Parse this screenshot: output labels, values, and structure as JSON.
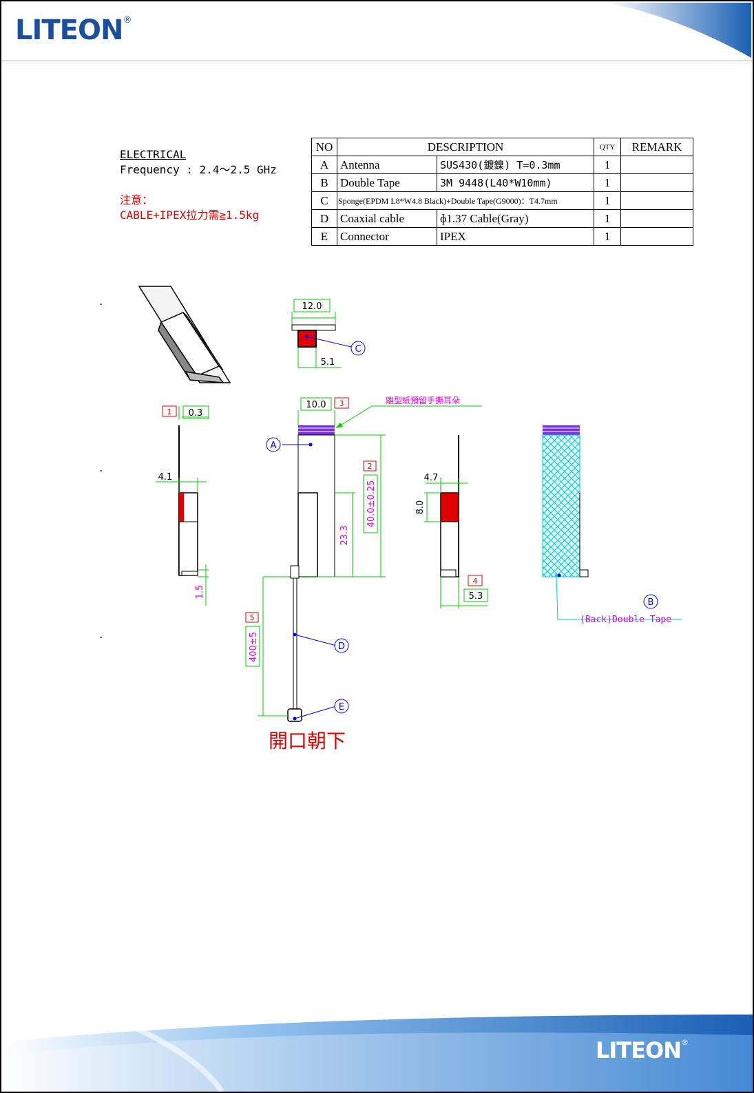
{
  "header": {
    "logo_text": "LITEON",
    "logo_mark": "®",
    "accent_color": "#1a4fa0"
  },
  "footer": {
    "logo_text": "LITEON",
    "logo_mark": "®"
  },
  "electrical": {
    "heading": "ELECTRICAL",
    "frequency": "Frequency : 2.4～2.5 GHz",
    "note_title": "注意：",
    "note_text": "CABLE+IPEX拉力需≧1.5kg",
    "note_color": "#e00000"
  },
  "parts_table": {
    "headers": [
      "NO",
      "DESCRIPTION",
      "QTY",
      "REMARK"
    ],
    "rows": [
      {
        "no": "A",
        "name": "Antenna",
        "spec": "SUS430(鍍鎳) T=0.3mm",
        "qty": "1",
        "remark": ""
      },
      {
        "no": "B",
        "name": "Double Tape",
        "spec": "3M 9448(L40*W10mm)",
        "qty": "1",
        "remark": ""
      },
      {
        "no": "C",
        "name": "",
        "spec": "Sponge(EPDM L8*W4.8 Black)+Double Tape(G9000)：T4.7mm",
        "qty": "1",
        "remark": ""
      },
      {
        "no": "D",
        "name": "Coaxial cable",
        "spec": "ɸ1.37 Cable(Gray)",
        "qty": "1",
        "remark": ""
      },
      {
        "no": "E",
        "name": "Connector",
        "spec": "IPEX",
        "qty": "1",
        "remark": ""
      }
    ]
  },
  "drawing": {
    "dims": {
      "d12": "12.0",
      "d51": "5.1",
      "d03": "0.3",
      "d41": "4.1",
      "d15": "1.5",
      "d100": "10.0",
      "d40": "40.0±0.25",
      "d233": "23.3",
      "d400": "400±5",
      "d47": "4.7",
      "d80": "8.0",
      "d53": "5.3"
    },
    "callouts": {
      "c": "C",
      "a": "A",
      "b": "B",
      "d": "D",
      "e": "E"
    },
    "markers": {
      "m1": "1",
      "m2": "2",
      "m3": "3",
      "m4": "4",
      "m5": "5"
    },
    "release_note": "離型紙預留手撕耳朵",
    "back_tape_label": "(Back)Double Tape",
    "opening_note": "開口朝下",
    "colors": {
      "dim": "#00cc00",
      "dim_text": "#e000e0",
      "callout": "#0000ff",
      "sponge": "#e00000",
      "tape": "#00cccc",
      "release": "#7a30e0",
      "marker": "#e00000"
    }
  }
}
